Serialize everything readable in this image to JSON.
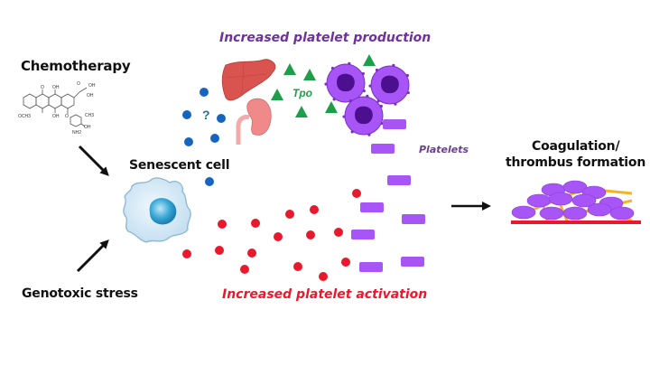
{
  "labels": {
    "chemotherapy": "Chemotherapy",
    "genotoxic_stress": "Genotoxic stress",
    "senescent_cell": "Senescent cell",
    "increased_production": "Increased platelet production",
    "increased_activation": "Increased platelet activation",
    "tpo": "Tpo",
    "question": "?",
    "platelets": "Platelets",
    "coagulation_line1": "Coagulation/",
    "coagulation_line2": "thrombus formation"
  },
  "molecule": {
    "substituents": [
      "O",
      "OH",
      "OH",
      "OH",
      "OCH3",
      "O",
      "OH",
      "O",
      "CH3",
      "OH",
      "NH2"
    ]
  },
  "colors": {
    "production_purple": "#7030a0",
    "activation_red": "#e8192c",
    "tpo_green": "#1f9e4a",
    "secreted_blue": "#1565c0",
    "platelet_violet": "#a855f7",
    "nucleus_dark": "#4b0f8f",
    "fibrin_orange": "#f5b323",
    "vessel_red": "#e8192c",
    "cell_blue": "#cde6f5"
  }
}
